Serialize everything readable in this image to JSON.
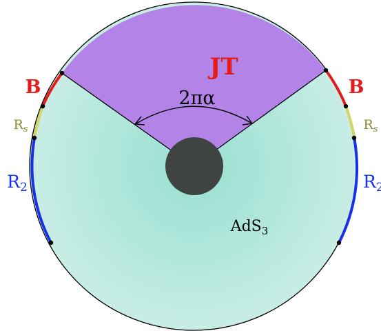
{
  "regions": {
    "jt": {
      "label": "JT",
      "color": "#b383e8",
      "label_color": "#e41b1b"
    },
    "ads": {
      "label": "AdS",
      "subscript": "3",
      "center_color": "#97dfd0",
      "edge_color": "#c8ede5"
    },
    "core": {
      "color": "#3f4442"
    }
  },
  "angle": {
    "label": "2πα"
  },
  "boundary": {
    "left": [
      {
        "name": "B",
        "subscript": "",
        "color": "#e41b1b"
      },
      {
        "name": "R",
        "subscript": "s",
        "color": "#d6d369"
      },
      {
        "name": "R",
        "subscript": "2",
        "color": "#1732e6"
      }
    ],
    "right": [
      {
        "name": "B",
        "subscript": "",
        "color": "#e41b1b"
      },
      {
        "name": "R",
        "subscript": "s",
        "color": "#d6d369"
      },
      {
        "name": "R",
        "subscript": "2",
        "color": "#1732e6"
      }
    ]
  },
  "label_colors": {
    "B": "#e41b1b",
    "Rs": "#8a8a2a",
    "R2": "#1732e6"
  }
}
